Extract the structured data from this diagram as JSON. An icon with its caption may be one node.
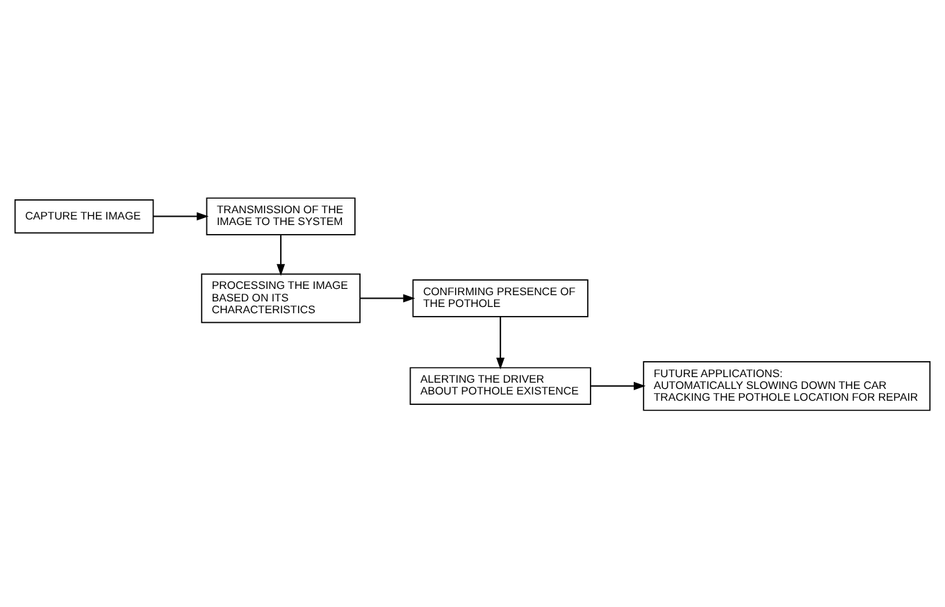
{
  "diagram": {
    "nodes": [
      {
        "text": [
          "CAPTURE THE IMAGE"
        ]
      },
      {
        "text": [
          "TRANSMISSION OF THE IMAGE TO THE SYSTEM"
        ]
      },
      {
        "text": [
          "PROCESSING THE IMAGE BASED ON ITS CHARACTERISTICS"
        ]
      },
      {
        "text": [
          "CONFIRMING PRESENCE OF THE POTHOLE"
        ]
      },
      {
        "text": [
          "ALERTING THE DRIVER ABOUT POTHOLE EXISTENCE"
        ]
      },
      {
        "text": [
          "FUTURE APPLICATIONS:",
          "AUTOMATICALLY SLOWING DOWN THE CAR",
          "TRACKING THE POTHOLE LOCATION FOR REPAIR"
        ]
      }
    ],
    "edges": [
      {
        "from": 0,
        "to": 1,
        "arrow": "to"
      },
      {
        "from": 1,
        "to": 2,
        "arrow": "to"
      },
      {
        "from": 2,
        "to": 3,
        "arrow": "to"
      },
      {
        "from": 3,
        "to": 4,
        "arrow": "to"
      },
      {
        "from": 4,
        "to": 5,
        "arrow": "to"
      }
    ]
  }
}
